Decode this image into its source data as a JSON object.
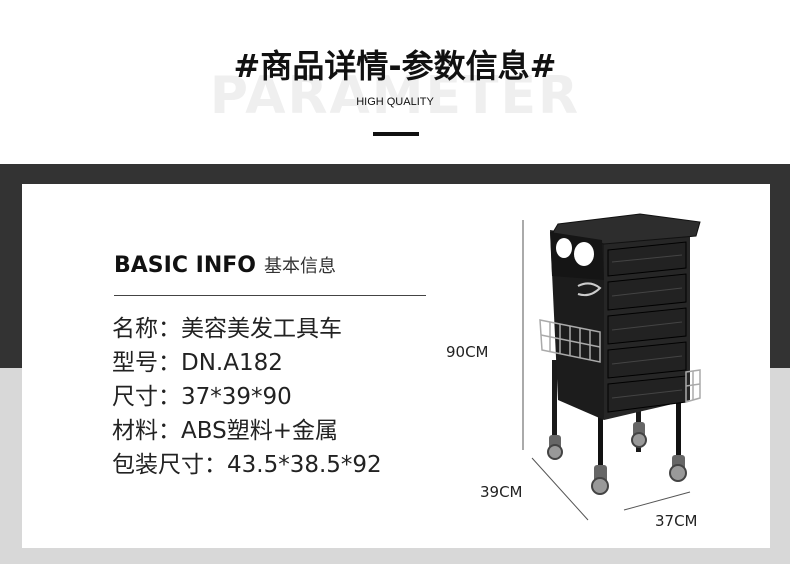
{
  "header": {
    "title": "#商品详情-参数信息#",
    "watermark": "PARAMETER",
    "subtitle": "HIGH QUALITY"
  },
  "info": {
    "heading_en": "BASIC INFO",
    "heading_cn": "基本信息",
    "rows": [
      "名称：美容美发工具车",
      "型号：DN.A182",
      "尺寸：37*39*90",
      "材料：ABS塑料+金属",
      "包装尺寸：43.5*38.5*92"
    ]
  },
  "dimensions": {
    "height": "90CM",
    "depth": "39CM",
    "width": "37CM"
  },
  "colors": {
    "dark_band": "#333333",
    "light_band": "#d8d8d8",
    "product": "#1a1a1a"
  }
}
